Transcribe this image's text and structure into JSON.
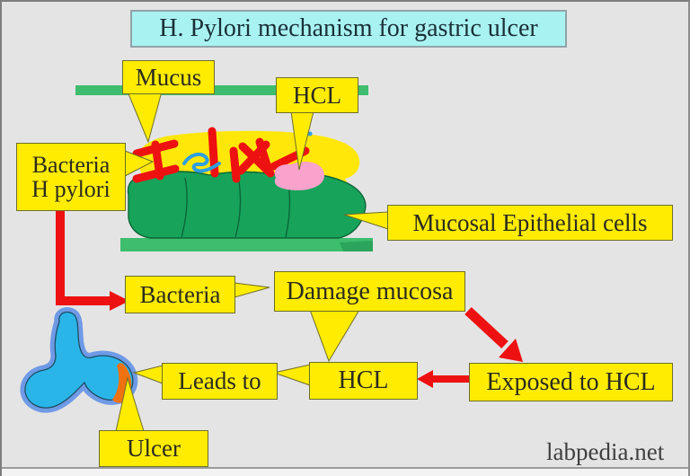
{
  "title": {
    "text": "H. Pylori mechanism for gastric ulcer"
  },
  "watermark": {
    "text": "labpedia.net"
  },
  "labels": {
    "mucus": {
      "text": "Mucus"
    },
    "hcl_top": {
      "text": "HCL"
    },
    "bacteria_h_pylori": {
      "line1": "Bacteria",
      "line2": "H pylori"
    },
    "mucosal_cells": {
      "text": "Mucosal Epithelial cells"
    },
    "bacteria": {
      "text": "Bacteria"
    },
    "damage_mucosa": {
      "text": "Damage mucosa"
    },
    "leads_to": {
      "text": "Leads to"
    },
    "hcl_bottom": {
      "text": "HCL"
    },
    "exposed_to_hcl": {
      "text": "Exposed to HCL"
    },
    "ulcer": {
      "text": "Ulcer"
    }
  },
  "figures": {
    "top_bar": "mucus-layer-bar",
    "bottom_bar": "basement-membrane-bar",
    "mucus_blob": "mucus-layer-blob",
    "epithelial_cells": "mucosal-epithelial-cells",
    "bacteria_marks": "h-pylori-bacteria-marks",
    "flagella_squiggle": "blue-bacteria-squiggle",
    "hcl_blob": "pink-hcl-blob",
    "stomach": "stomach-shape",
    "ulcer_spot": "orange-ulcer-spot",
    "arrows": "red-flow-arrows"
  },
  "colors": {
    "background": "#e4e4e4",
    "label_fill": "#ffec00",
    "label_border": "#6e6e28",
    "title_fill": "#a9f2f2",
    "arrow_red": "#ee1111",
    "bar_green": "#3dbd6d",
    "cell_green": "#17a35a",
    "mucus_yellow": "#ffe70a",
    "hcl_pink": "#f9a2cb",
    "stomach_blue": "#2ab5e8",
    "stomach_outline": "#6f9ae6",
    "ulcer_orange": "#ef7211",
    "text": "#2b2b20"
  }
}
